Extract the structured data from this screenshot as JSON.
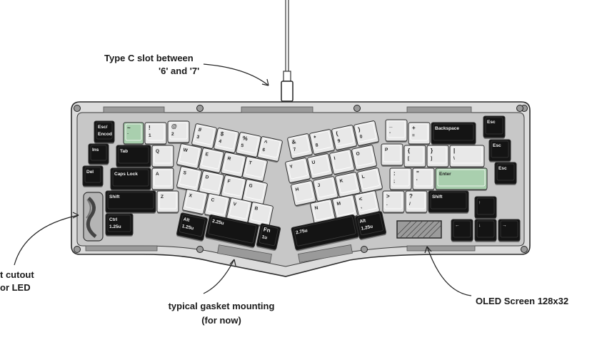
{
  "annotations": {
    "type_c_line1": "Type C slot between",
    "type_c_line2": "'6' and '7'",
    "cutout_line1": "t cutout",
    "cutout_line2": "or LED",
    "gasket_line1": "typical gasket mounting",
    "gasket_line2": "(for now)",
    "oled": "OLED Screen 128x32"
  },
  "colors": {
    "case": "#d9d9d9",
    "plate": "#c4c4c4",
    "key_white": "#e8e8e8",
    "key_black": "#141414",
    "key_green": "#a9cfae",
    "outline": "#2a2a2a"
  },
  "keys": {
    "left": [
      {
        "id": "esc-encod",
        "c": "b",
        "t": [
          "Esc/",
          "Encod"
        ]
      },
      {
        "id": "ins",
        "c": "b",
        "t": [
          "Ins"
        ]
      },
      {
        "id": "del",
        "c": "b",
        "t": [
          "Del"
        ]
      },
      {
        "id": "tilde",
        "c": "g",
        "t": [
          "~",
          "`"
        ]
      },
      {
        "id": "k1",
        "c": "w",
        "t": [
          "!",
          "1"
        ]
      },
      {
        "id": "k2",
        "c": "w",
        "t": [
          "@",
          "2"
        ]
      },
      {
        "id": "tab",
        "c": "b",
        "t": [
          "Tab"
        ]
      },
      {
        "id": "q",
        "c": "w",
        "t": [
          "Q"
        ]
      },
      {
        "id": "caps",
        "c": "b",
        "t": [
          "Caps Lock"
        ]
      },
      {
        "id": "a",
        "c": "w",
        "t": [
          "A"
        ]
      },
      {
        "id": "lshift",
        "c": "b",
        "t": [
          "Shift"
        ]
      },
      {
        "id": "z",
        "c": "w",
        "t": [
          "Z"
        ]
      },
      {
        "id": "lctrl",
        "c": "b",
        "t": [
          "Ctrl",
          "1.25u"
        ]
      },
      {
        "id": "k3",
        "c": "w",
        "t": [
          "#",
          "3"
        ]
      },
      {
        "id": "k4",
        "c": "w",
        "t": [
          "$",
          "4"
        ]
      },
      {
        "id": "k5",
        "c": "w",
        "t": [
          "%",
          "5"
        ]
      },
      {
        "id": "k6",
        "c": "w",
        "t": [
          "^",
          "6"
        ]
      },
      {
        "id": "w",
        "c": "w",
        "t": [
          "W"
        ]
      },
      {
        "id": "e",
        "c": "w",
        "t": [
          "E"
        ]
      },
      {
        "id": "r",
        "c": "w",
        "t": [
          "R"
        ]
      },
      {
        "id": "t",
        "c": "w",
        "t": [
          "T"
        ]
      },
      {
        "id": "s",
        "c": "w",
        "t": [
          "S"
        ]
      },
      {
        "id": "d",
        "c": "w",
        "t": [
          "D"
        ]
      },
      {
        "id": "f",
        "c": "w",
        "t": [
          "F"
        ]
      },
      {
        "id": "g",
        "c": "w",
        "t": [
          "G"
        ]
      },
      {
        "id": "x",
        "c": "w",
        "t": [
          "X"
        ]
      },
      {
        "id": "cc",
        "c": "w",
        "t": [
          "C"
        ]
      },
      {
        "id": "v",
        "c": "w",
        "t": [
          "V"
        ]
      },
      {
        "id": "b",
        "c": "w",
        "t": [
          "B"
        ]
      },
      {
        "id": "lalt",
        "c": "b",
        "t": [
          "Alt",
          "1.25u"
        ]
      },
      {
        "id": "lspace",
        "c": "b",
        "t": [
          "2.25u"
        ]
      },
      {
        "id": "fn",
        "c": "b",
        "t": [
          "Fn",
          "1u"
        ]
      }
    ],
    "right": [
      {
        "id": "k7",
        "c": "w",
        "t": [
          "&",
          "7"
        ]
      },
      {
        "id": "k8",
        "c": "w",
        "t": [
          "*",
          "8"
        ]
      },
      {
        "id": "k9",
        "c": "w",
        "t": [
          "(",
          "9"
        ]
      },
      {
        "id": "k0",
        "c": "w",
        "t": [
          ")",
          "0"
        ]
      },
      {
        "id": "y",
        "c": "w",
        "t": [
          "Y"
        ]
      },
      {
        "id": "u",
        "c": "w",
        "t": [
          "U"
        ]
      },
      {
        "id": "i",
        "c": "w",
        "t": [
          "I"
        ]
      },
      {
        "id": "o",
        "c": "w",
        "t": [
          "O"
        ]
      },
      {
        "id": "h",
        "c": "w",
        "t": [
          "H"
        ]
      },
      {
        "id": "j",
        "c": "w",
        "t": [
          "J"
        ]
      },
      {
        "id": "k",
        "c": "w",
        "t": [
          "K"
        ]
      },
      {
        "id": "l",
        "c": "w",
        "t": [
          "L"
        ]
      },
      {
        "id": "n",
        "c": "w",
        "t": [
          "N"
        ]
      },
      {
        "id": "m",
        "c": "w",
        "t": [
          "M"
        ]
      },
      {
        "id": "comma",
        "c": "w",
        "t": [
          "<",
          ","
        ]
      },
      {
        "id": "rspace",
        "c": "b",
        "t": [
          "2.75u"
        ]
      },
      {
        "id": "minus",
        "c": "w",
        "t": [
          "_",
          "-"
        ]
      },
      {
        "id": "plus",
        "c": "w",
        "t": [
          "+",
          "="
        ]
      },
      {
        "id": "bksp",
        "c": "b",
        "t": [
          "Backspace"
        ]
      },
      {
        "id": "p",
        "c": "w",
        "t": [
          "P"
        ]
      },
      {
        "id": "lbrace",
        "c": "w",
        "t": [
          "{",
          "["
        ]
      },
      {
        "id": "rbrace",
        "c": "w",
        "t": [
          "}",
          "]"
        ]
      },
      {
        "id": "bslash",
        "c": "w",
        "t": [
          "|",
          "\\"
        ]
      },
      {
        "id": "colon",
        "c": "w",
        "t": [
          ":",
          ";"
        ]
      },
      {
        "id": "quote",
        "c": "w",
        "t": [
          "\"",
          "'"
        ]
      },
      {
        "id": "enter",
        "c": "g",
        "t": [
          "Enter"
        ]
      },
      {
        "id": "period",
        "c": "w",
        "t": [
          ">",
          "."
        ]
      },
      {
        "id": "slash",
        "c": "w",
        "t": [
          "?",
          "/"
        ]
      },
      {
        "id": "rshift",
        "c": "b",
        "t": [
          "Shift"
        ]
      },
      {
        "id": "ralt",
        "c": "b",
        "t": [
          "Alt",
          "1.25u"
        ]
      },
      {
        "id": "esc1",
        "c": "b",
        "t": [
          "Esc"
        ]
      },
      {
        "id": "esc2",
        "c": "b",
        "t": [
          "Esc"
        ]
      },
      {
        "id": "esc3",
        "c": "b",
        "t": [
          "Esc"
        ]
      },
      {
        "id": "up",
        "c": "b",
        "t": [
          "↑"
        ]
      },
      {
        "id": "left",
        "c": "b",
        "t": [
          "←"
        ]
      },
      {
        "id": "down",
        "c": "b",
        "t": [
          "↓"
        ]
      },
      {
        "id": "right",
        "c": "b",
        "t": [
          "→"
        ]
      }
    ]
  }
}
